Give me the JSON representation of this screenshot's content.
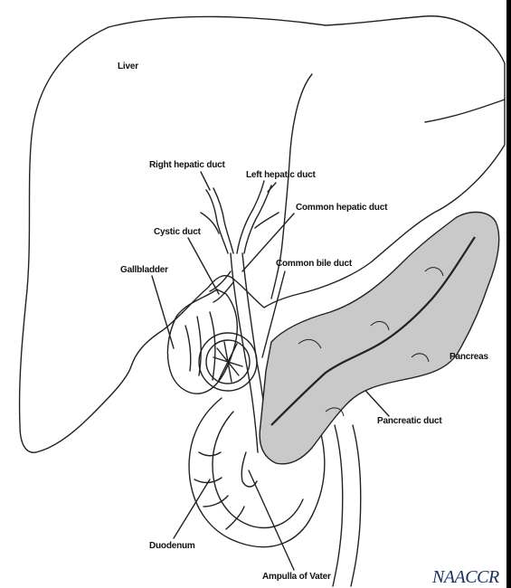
{
  "diagram": {
    "labels": {
      "liver": "Liver",
      "right_hepatic_duct": "Right hepatic duct",
      "left_hepatic_duct": "Left hepatic duct",
      "common_hepatic_duct": "Common hepatic duct",
      "cystic_duct": "Cystic duct",
      "common_bile_duct": "Common bile duct",
      "gallbladder": "Gallbladder",
      "pancreas": "Pancreas",
      "pancreatic_duct": "Pancreatic duct",
      "duodenum": "Duodenum",
      "ampulla_of_vater": "Ampulla of Vater"
    },
    "logo_text": "NAACCR",
    "colors": {
      "line": "#222222",
      "pancreas_fill": "#c9c9c9",
      "logo": "#1b2f63"
    }
  }
}
